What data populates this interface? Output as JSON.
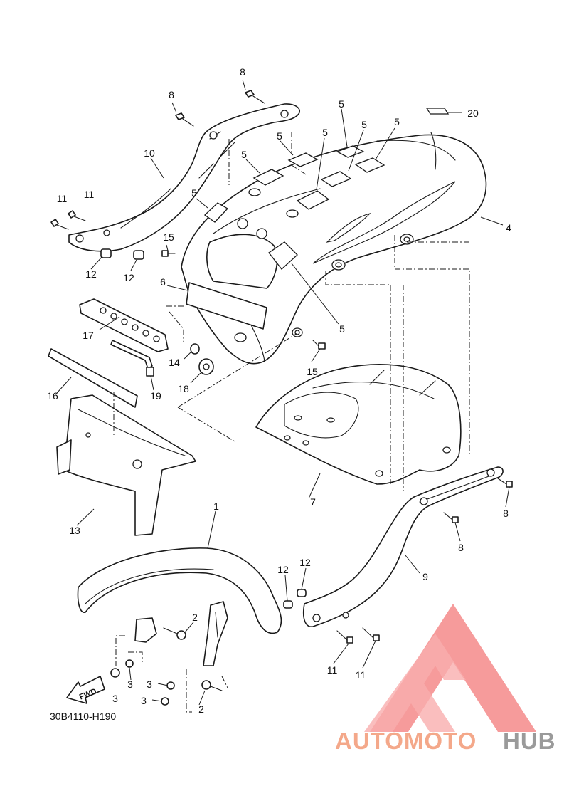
{
  "diagram": {
    "code": "30B4110-H190",
    "fwd_label": "FWD",
    "callouts": [
      {
        "key": "c8a",
        "text": "8"
      },
      {
        "key": "c8b",
        "text": "8"
      },
      {
        "key": "c8c",
        "text": "8"
      },
      {
        "key": "c8d",
        "text": "8"
      },
      {
        "key": "c20",
        "text": "20"
      },
      {
        "key": "c5a",
        "text": "5"
      },
      {
        "key": "c5b",
        "text": "5"
      },
      {
        "key": "c5c",
        "text": "5"
      },
      {
        "key": "c5d",
        "text": "5"
      },
      {
        "key": "c5e",
        "text": "5"
      },
      {
        "key": "c5f",
        "text": "5"
      },
      {
        "key": "c5g",
        "text": "5"
      },
      {
        "key": "c5h",
        "text": "5"
      },
      {
        "key": "c10",
        "text": "10"
      },
      {
        "key": "c11a",
        "text": "11"
      },
      {
        "key": "c11b",
        "text": "11"
      },
      {
        "key": "c11c",
        "text": "11"
      },
      {
        "key": "c11d",
        "text": "11"
      },
      {
        "key": "c4",
        "text": "4"
      },
      {
        "key": "c15a",
        "text": "15"
      },
      {
        "key": "c15b",
        "text": "15"
      },
      {
        "key": "c12a",
        "text": "12"
      },
      {
        "key": "c12b",
        "text": "12"
      },
      {
        "key": "c12c",
        "text": "12"
      },
      {
        "key": "c12d",
        "text": "12"
      },
      {
        "key": "c6",
        "text": "6"
      },
      {
        "key": "c17",
        "text": "17"
      },
      {
        "key": "c14",
        "text": "14"
      },
      {
        "key": "c18",
        "text": "18"
      },
      {
        "key": "c19",
        "text": "19"
      },
      {
        "key": "c16",
        "text": "16"
      },
      {
        "key": "c7",
        "text": "7"
      },
      {
        "key": "c13",
        "text": "13"
      },
      {
        "key": "c1",
        "text": "1"
      },
      {
        "key": "c9",
        "text": "9"
      },
      {
        "key": "c2a",
        "text": "2"
      },
      {
        "key": "c2b",
        "text": "2"
      },
      {
        "key": "c3a",
        "text": "3"
      },
      {
        "key": "c3b",
        "text": "3"
      },
      {
        "key": "c3c",
        "text": "3"
      },
      {
        "key": "c3d",
        "text": "3"
      }
    ]
  },
  "watermark": {
    "brand_part1": "AUTOMOTO",
    "brand_part2": "HUB",
    "color_primary": "#f4a88a",
    "color_secondary": "#9a9a9a",
    "logo_color": "#f58a8a"
  }
}
